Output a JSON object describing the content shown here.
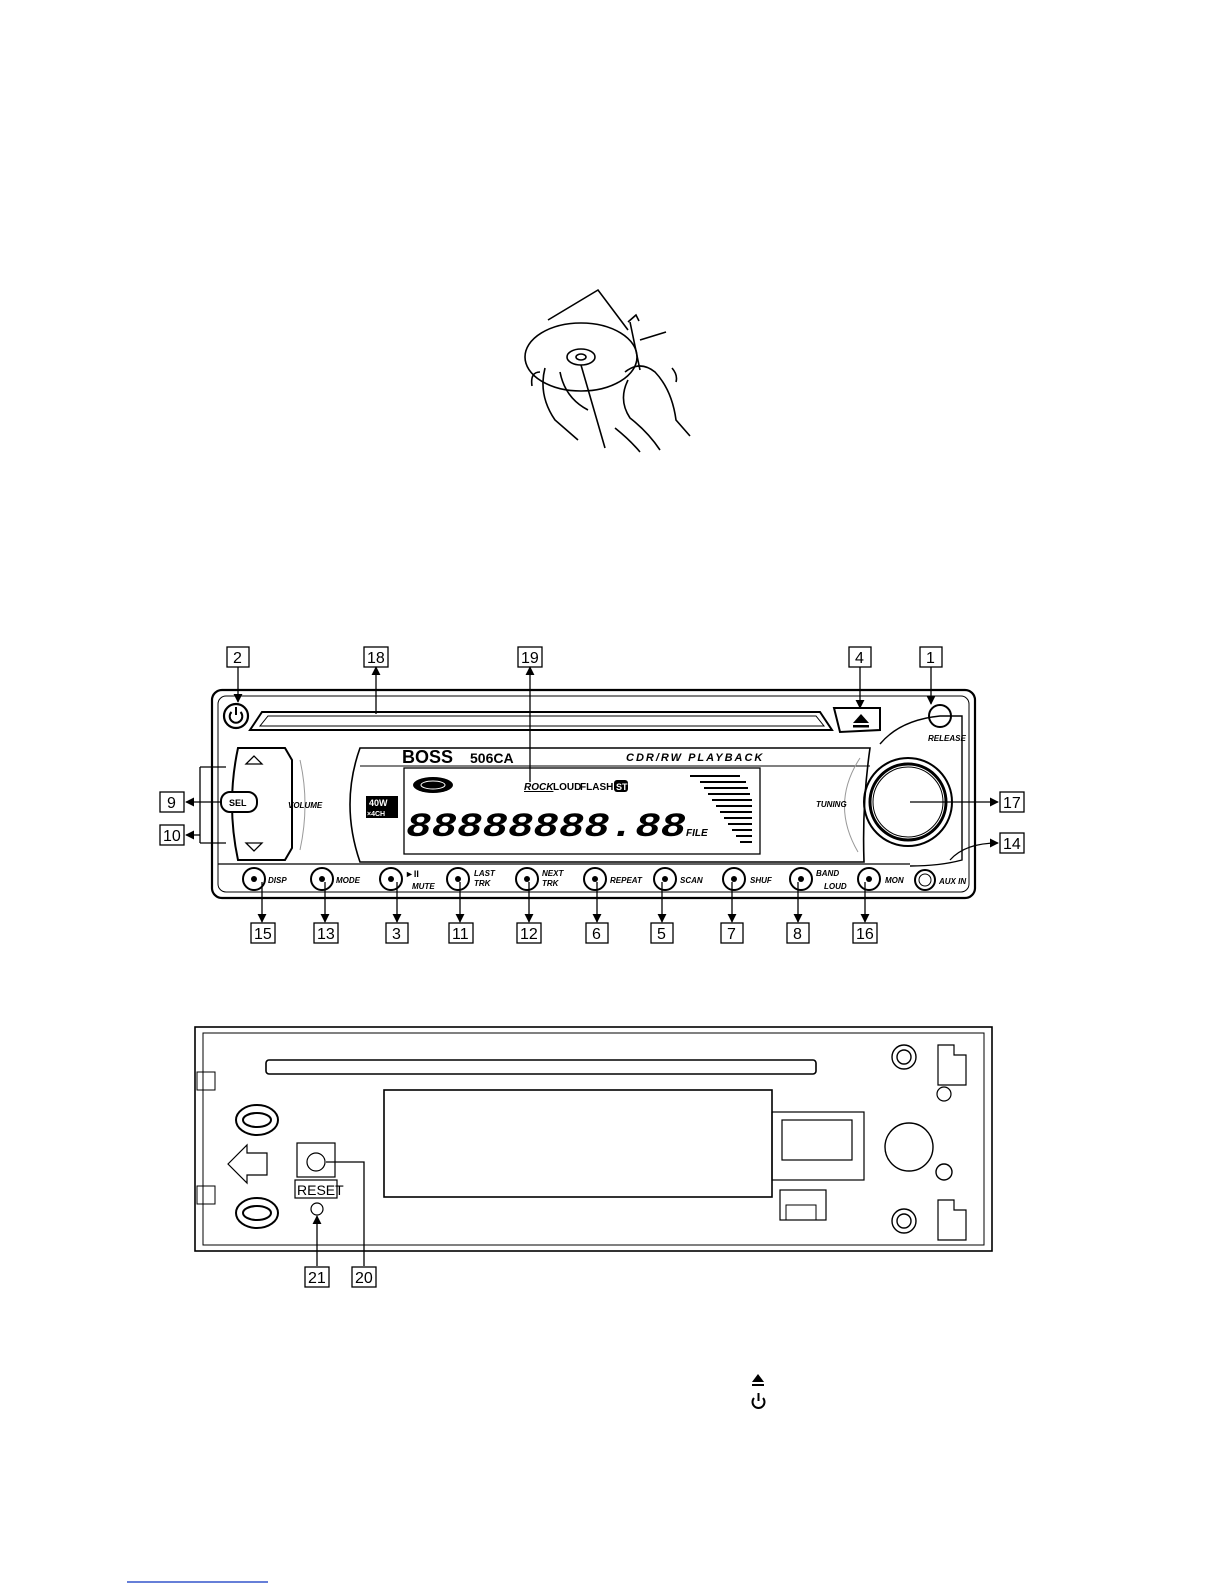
{
  "front_panel": {
    "brand": "BOSS",
    "model": "506CA",
    "playback": "CDR/RW PLAYBACK",
    "power_badge_top": "40W",
    "power_badge_bottom": "×4CH",
    "volume_label": "VOLUME",
    "sel_label": "SEL",
    "tuning_label": "TUNING",
    "release_label": "RELEASE",
    "aux_label": "AUX IN",
    "display_segments": "88888888.88",
    "display_file": "FILE",
    "display_rock": "ROCK",
    "display_loud": "LOUD",
    "display_flash": "FLASH",
    "display_st": "ST",
    "buttons": {
      "disp": "DISP",
      "mode": "MODE",
      "play_icon": "►II",
      "mute": "MUTE",
      "last_1": "LAST",
      "last_2": "TRK",
      "next_1": "NEXT",
      "next_2": "TRK",
      "repeat": "REPEAT",
      "scan": "SCAN",
      "shuf": "SHUF",
      "band": "BAND",
      "loud": "LOUD",
      "mon": "MON"
    }
  },
  "callouts": {
    "c1": "1",
    "c2": "2",
    "c3": "3",
    "c4": "4",
    "c5": "5",
    "c6": "6",
    "c7": "7",
    "c8": "8",
    "c9": "9",
    "c10": "10",
    "c11": "11",
    "c12": "12",
    "c13": "13",
    "c14": "14",
    "c15": "15",
    "c16": "16",
    "c17": "17",
    "c18": "18",
    "c19": "19",
    "c20": "20",
    "c21": "21"
  },
  "back_panel": {
    "reset_label": "RESET"
  },
  "icons": {
    "eject": "eject-icon",
    "power": "power-icon"
  }
}
